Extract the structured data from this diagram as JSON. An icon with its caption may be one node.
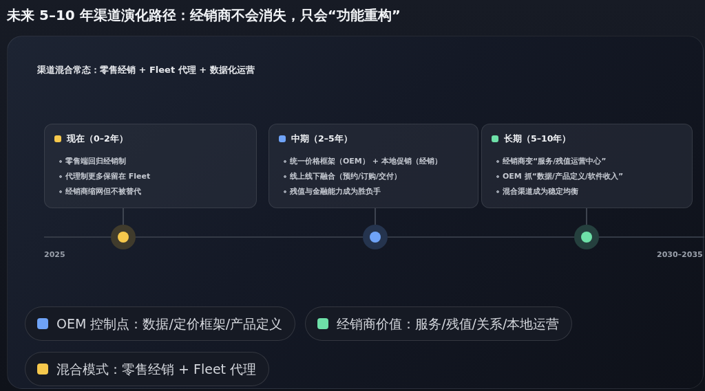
{
  "diagram": {
    "title": "未来 5–10 年渠道演化路径：经销商不会消失，只会“功能重构”",
    "nodes": [
      {
        "text": [
          "渠道混合常态：零售经销 + Fleet 代理 + 数据化运营"
        ]
      },
      {
        "text": [
          "现在（0–2年）",
          "零售端回归经销制",
          "代理制更多保留在 Fleet",
          "经销商缩网但不被替代"
        ],
        "in": 0
      },
      {
        "text": [
          "中期（2–5年）",
          "统一价格框架（OEM） + 本地促销（经销）",
          "线上线下融合（预约/订购/交付）",
          "残值与金融能力成为胜负手"
        ],
        "in": 0
      },
      {
        "text": [
          "长期（5–10年）",
          "经销商变“服务/残值运营中心”",
          "OEM 抓“数据/产品定义/软件收入”",
          "混合渠道成为稳定均衡"
        ],
        "in": 0
      },
      {
        "text": [],
        "shape": "circle",
        "in": 0
      },
      {
        "text": [],
        "shape": "circle",
        "in": 0
      },
      {
        "text": [],
        "shape": "circle",
        "in": 0
      }
    ],
    "edges": [
      {
        "from": 1,
        "to": 4,
        "arrow": "none"
      },
      {
        "from": 2,
        "to": 5,
        "arrow": "none"
      },
      {
        "from": 3,
        "to": 6,
        "arrow": "none"
      }
    ],
    "labels": [
      "2025",
      "2030–2035"
    ],
    "legend": [
      {
        "text": "OEM 控制点：数据/定价框架/产品定义",
        "color": "#6fa3f7"
      },
      {
        "text": "经销商价值：服务/残值/关系/本地运营",
        "color": "#6ee0a8"
      },
      {
        "text": "混合模式：零售经销 + Fleet 代理",
        "color": "#f6c84c"
      }
    ]
  }
}
